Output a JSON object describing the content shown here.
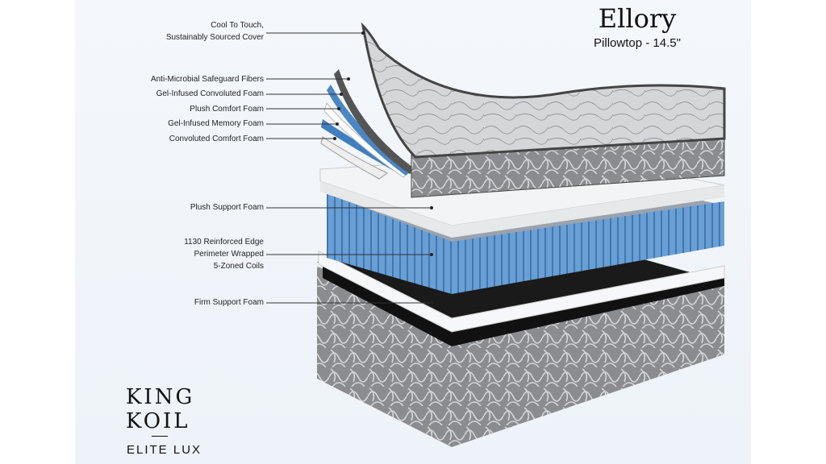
{
  "product": {
    "name": "Ellory",
    "subtitle": "Pillowtop - 14.5\""
  },
  "brand": {
    "line1": "KING",
    "line2": "KOIL",
    "line3": "ELITE LUX"
  },
  "layers": [
    {
      "lines": [
        "Cool To Touch,",
        "Sustainably Sourced Cover"
      ]
    },
    {
      "lines": [
        "Anti-Microbial Safeguard Fibers"
      ]
    },
    {
      "lines": [
        "Gel-Infused Convoluted Foam"
      ]
    },
    {
      "lines": [
        "Plush Comfort Foam"
      ]
    },
    {
      "lines": [
        "Gel-Infused Memory Foam"
      ]
    },
    {
      "lines": [
        "Convoluted Comfort Foam"
      ]
    },
    {
      "lines": [
        "Plush Support Foam"
      ]
    },
    {
      "lines": [
        "1130 Reinforced Edge",
        "Perimeter Wrapped",
        "5-Zoned Coils"
      ]
    },
    {
      "lines": [
        "Firm Support Foam"
      ]
    }
  ],
  "colors": {
    "coil_blue": "#6a9fd4",
    "gel_blue": "#3f7fc0",
    "cover_gray": "#d4d6d8",
    "border_gray": "#6b6d70"
  }
}
